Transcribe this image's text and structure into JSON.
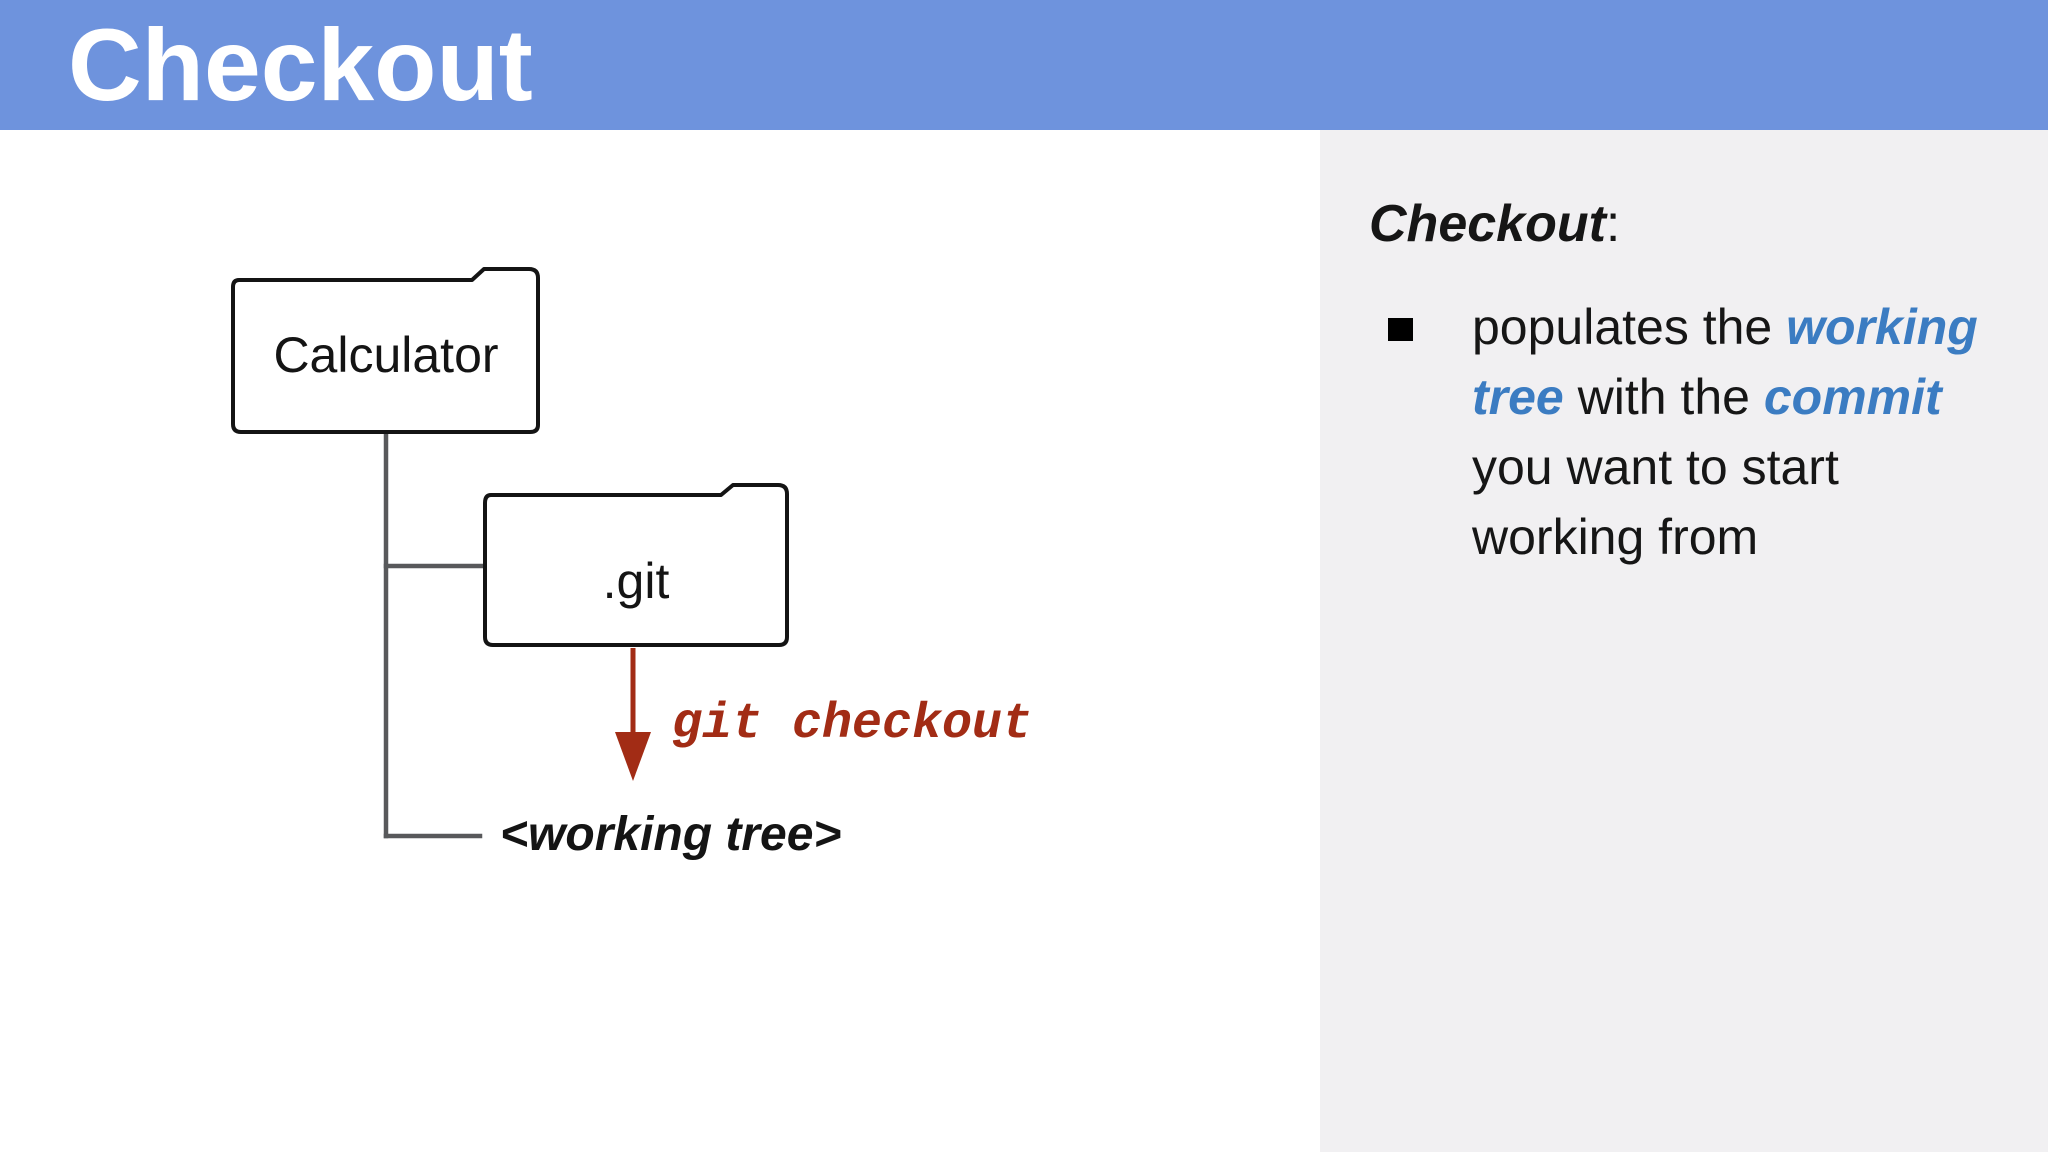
{
  "header": {
    "title": "Checkout",
    "background_color": "#6e93dd",
    "text_color": "#ffffff"
  },
  "diagram": {
    "folders": [
      {
        "label": "Calculator"
      },
      {
        "label": ".git"
      }
    ],
    "command_label": "git checkout",
    "working_tree_label": "<working tree>",
    "arrow_color": "#a22c15",
    "tree_line_color": "#58595b",
    "folder_border_color": "#141414"
  },
  "notes_panel": {
    "background_color": "#f1f0f2",
    "heading": "Checkout",
    "heading_suffix": ":",
    "highlight_color": "#3b7cc2",
    "bullet_lines": [
      {
        "runs": [
          {
            "text": "populates the ",
            "style": "plain"
          },
          {
            "text": "working",
            "style": "highlight"
          }
        ]
      },
      {
        "runs": [
          {
            "text": "tree",
            "style": "highlight"
          },
          {
            "text": " with the ",
            "style": "plain"
          },
          {
            "text": "commit",
            "style": "highlight"
          }
        ]
      },
      {
        "runs": [
          {
            "text": "you want to start",
            "style": "plain"
          }
        ]
      },
      {
        "runs": [
          {
            "text": "working from",
            "style": "plain"
          }
        ]
      }
    ]
  }
}
